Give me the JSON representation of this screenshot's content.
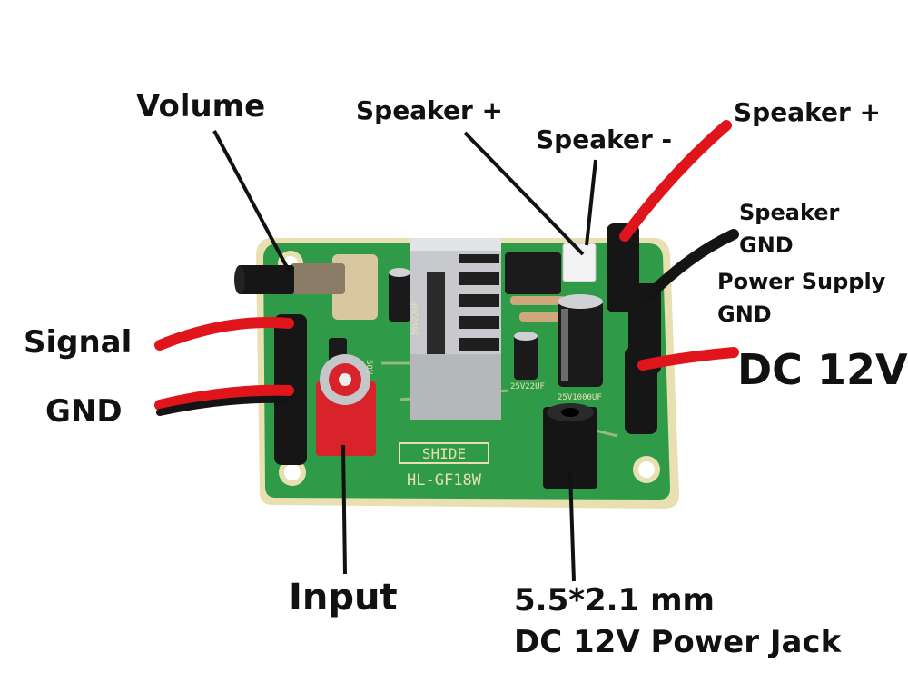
{
  "labels": {
    "volume": "Volume",
    "speaker_plus_left": "Speaker +",
    "speaker_minus": "Speaker -",
    "speaker_plus_right": "Speaker +",
    "speaker_gnd_line1": "Speaker",
    "speaker_gnd_line2": "GND",
    "power_gnd_line1": "Power Supply",
    "power_gnd_line2": "GND",
    "dc_12v": "DC 12V",
    "signal": "Signal",
    "gnd": "GND",
    "input": "Input",
    "jack_line1": "5.5*2.1 mm",
    "jack_line2": "DC 12V Power Jack"
  },
  "board": {
    "logo": "SHIDE",
    "model": "HL-GF18W",
    "cap_small": "25V22UF",
    "cap_large": "25V1000UF",
    "cap_top": "16V22UF",
    "cap_side": "50V"
  },
  "colors": {
    "pcb": "#2f9a48",
    "pcb_edge": "#e8dfb0",
    "wire_red": "#e0151c",
    "wire_black": "#141414",
    "heatsink": "#c9cbce",
    "rca_red": "#d8232a"
  }
}
